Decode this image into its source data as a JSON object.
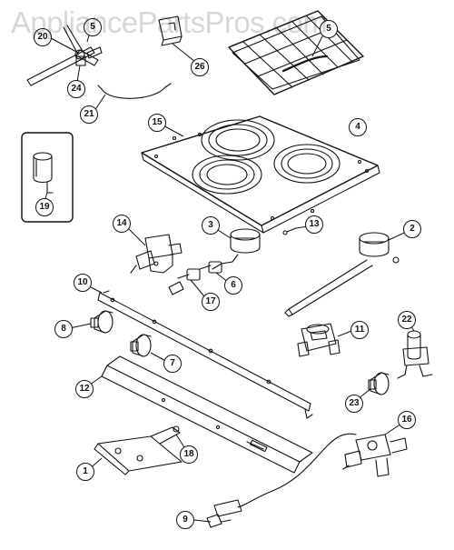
{
  "diagram": {
    "watermark": "AppliancePartsPros.com",
    "colors": {
      "line": "#111111",
      "label_fill": "#ffffff"
    },
    "callouts": [
      {
        "id": "callout-1",
        "label": "1"
      },
      {
        "id": "callout-2",
        "label": "2"
      },
      {
        "id": "callout-3",
        "label": "3"
      },
      {
        "id": "callout-4",
        "label": "4"
      },
      {
        "id": "callout-5a",
        "label": "5"
      },
      {
        "id": "callout-5b",
        "label": "5"
      },
      {
        "id": "callout-6",
        "label": "6"
      },
      {
        "id": "callout-7",
        "label": "7"
      },
      {
        "id": "callout-8",
        "label": "8"
      },
      {
        "id": "callout-9",
        "label": "9"
      },
      {
        "id": "callout-10",
        "label": "10"
      },
      {
        "id": "callout-11",
        "label": "11"
      },
      {
        "id": "callout-12",
        "label": "12"
      },
      {
        "id": "callout-13",
        "label": "13"
      },
      {
        "id": "callout-14",
        "label": "14"
      },
      {
        "id": "callout-15",
        "label": "15"
      },
      {
        "id": "callout-16",
        "label": "16"
      },
      {
        "id": "callout-17",
        "label": "17"
      },
      {
        "id": "callout-18",
        "label": "18"
      },
      {
        "id": "callout-19",
        "label": "19"
      },
      {
        "id": "callout-20",
        "label": "20"
      },
      {
        "id": "callout-21",
        "label": "21"
      },
      {
        "id": "callout-22",
        "label": "22"
      },
      {
        "id": "callout-23",
        "label": "23"
      },
      {
        "id": "callout-24",
        "label": "24"
      },
      {
        "id": "callout-26",
        "label": "26"
      }
    ]
  }
}
